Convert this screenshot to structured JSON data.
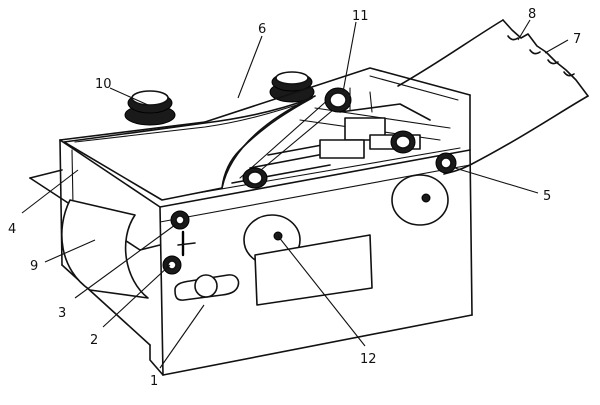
{
  "labels": [
    {
      "id": "1",
      "text": "1"
    },
    {
      "id": "2",
      "text": "2"
    },
    {
      "id": "3",
      "text": "3"
    },
    {
      "id": "4",
      "text": "4"
    },
    {
      "id": "5",
      "text": "5"
    },
    {
      "id": "6",
      "text": "6"
    },
    {
      "id": "7",
      "text": "7"
    },
    {
      "id": "8",
      "text": "8"
    },
    {
      "id": "9",
      "text": "9"
    },
    {
      "id": "10",
      "text": "10"
    },
    {
      "id": "11",
      "text": "11"
    },
    {
      "id": "12",
      "text": "12"
    }
  ],
  "colors": {
    "line": "#111111",
    "background": "#ffffff"
  }
}
